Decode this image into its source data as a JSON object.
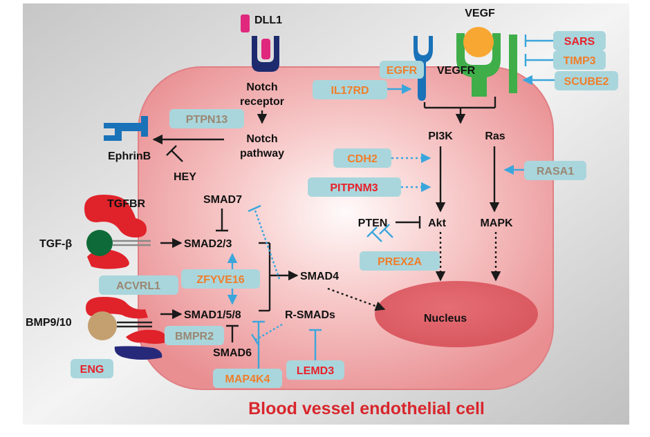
{
  "title": "Blood vessel endothelial cell",
  "labels": {
    "dll1": "DLL1",
    "notch_receptor_1": "Notch",
    "notch_receptor_2": "receptor",
    "notch_pathway_1": "Notch",
    "notch_pathway_2": "pathway",
    "ephrinb": "EphrinB",
    "hey": "HEY",
    "vegf": "VEGF",
    "vegfr": "VEGFR",
    "pi3k": "PI3K",
    "ras": "Ras",
    "pten": "PTEN",
    "akt": "Akt",
    "mapk": "MAPK",
    "nucleus": "Nucleus",
    "tgfbr": "TGFBR",
    "tgfb": "TGF-β",
    "smad7": "SMAD7",
    "smad23": "SMAD2/3",
    "smad4": "SMAD4",
    "smad158": "SMAD1/5/8",
    "rsmads": "R-SMADs",
    "smad6": "SMAD6",
    "bmp910": "BMP9/10"
  },
  "genes": {
    "sars": "SARS",
    "timp3": "TIMP3",
    "scube2": "SCUBE2",
    "egfr": "EGFR",
    "il17rd": "IL17RD",
    "ptpn13": "PTPN13",
    "cdh2": "CDH2",
    "rasa1": "RASA1",
    "pitpnm3": "PITPNM3",
    "prex2a": "PREX2A",
    "zfyve16": "ZFYVE16",
    "acvrl1": "ACVRL1",
    "bmpr2": "BMPR2",
    "eng": "ENG",
    "map4k4": "MAP4K4",
    "lemd3": "LEMD3"
  },
  "colors": {
    "red_gene": "#e8202a",
    "orange_gene": "#f07d2a",
    "brown_gene": "#9a8672",
    "gene_box": "#a9d6dc",
    "blue_arrow": "#3aa6dc",
    "title": "#d8262c"
  }
}
